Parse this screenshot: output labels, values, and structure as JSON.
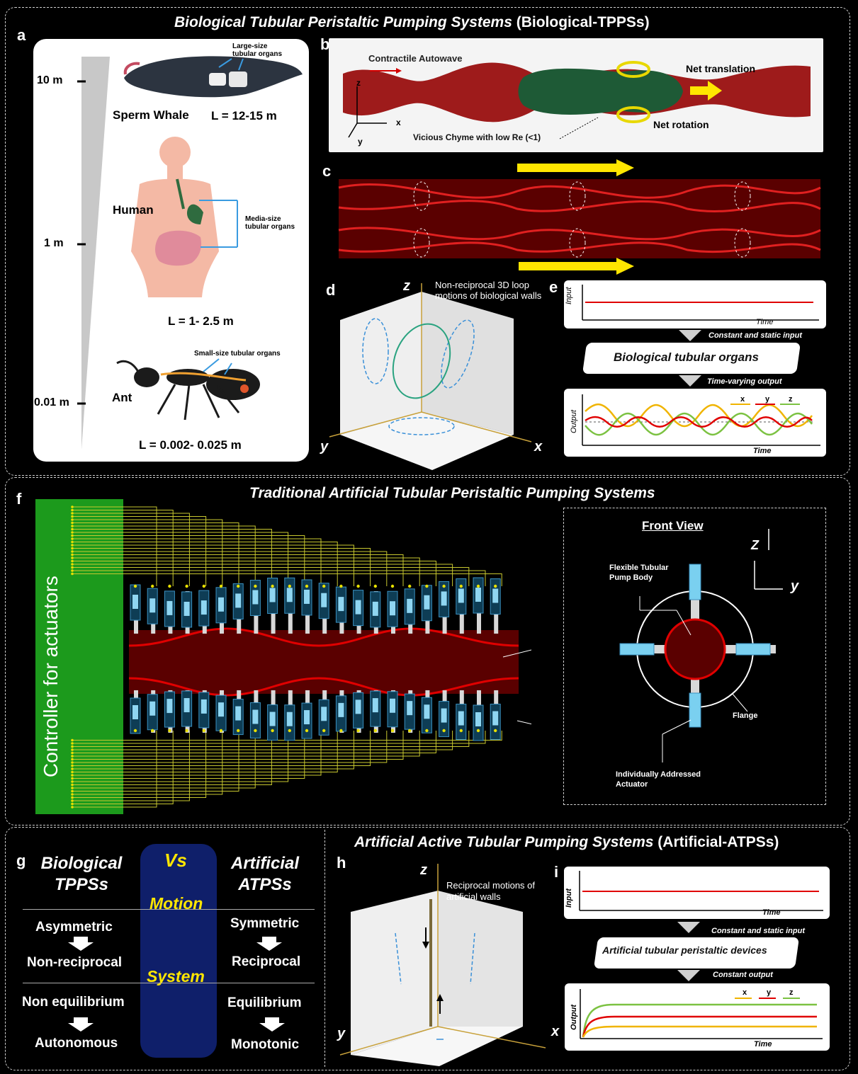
{
  "sections": {
    "bio_title_italic": "Biological Tubular Peristaltic Pumping Systems",
    "bio_title_plain": " (Biological-TPPSs)",
    "trad_title": "Traditional Artificial Tubular Peristaltic Pumping Systems",
    "atps_title_italic": "Artificial Active Tubular Pumping Systems",
    "atps_title_plain": " (Artificial-ATPSs)"
  },
  "panel_labels": [
    "a",
    "b",
    "c",
    "d",
    "e",
    "f",
    "g",
    "h",
    "i"
  ],
  "panel_a": {
    "scale_ticks": [
      "10 m",
      "1 m",
      "0.01 m"
    ],
    "whale_label": "Sperm Whale",
    "whale_length": "L = 12-15 m",
    "whale_organs": "Large-size tubular organs",
    "human_label": "Human",
    "human_length": "L = 1- 2.5 m",
    "human_organs": "Media-size tubular organs",
    "ant_label": "Ant",
    "ant_length": "L = 0.002- 0.025 m",
    "ant_organs": "Small-size tubular organs"
  },
  "panel_b": {
    "contractile": "Contractile Autowave",
    "net_translation": "Net translation",
    "net_rotation": "Net rotation",
    "chyme": "Vicious Chyme with low Re (<1)",
    "axes": [
      "z",
      "x",
      "y"
    ]
  },
  "panel_d": {
    "caption": "Non-reciprocal 3D loop motions of biological walls",
    "axes": [
      "z",
      "y",
      "x"
    ]
  },
  "panel_e": {
    "input_axis": "Input",
    "time": "Time",
    "constant_input": "Constant and static input",
    "box": "Biological tubular organs",
    "time_varying": "Time-varying output",
    "output_axis": "Output",
    "legend": [
      "x",
      "y",
      "z"
    ],
    "colors": {
      "x": "#f0b400",
      "y": "#e00000",
      "z": "#7cc242"
    }
  },
  "panel_f": {
    "controller": "Controller for actuators",
    "front_view": "Front View",
    "flexible": "Flexible Tubular Pump Body",
    "flange": "Flange",
    "actuator": "Individually Addressed Actuator",
    "axes": [
      "Z",
      "y"
    ]
  },
  "panel_g": {
    "left_head": "Biological TPPSs",
    "right_head": "Artificial ATPSs",
    "vs": "Vs",
    "motion": "Motion",
    "system": "System",
    "rows": [
      {
        "left_top": "Asymmetric",
        "left_bottom": "Non-reciprocal",
        "right_top": "Symmetric",
        "right_bottom": "Reciprocal"
      },
      {
        "left_top": "Non equilibrium",
        "left_bottom": "Autonomous",
        "right_top": "Equilibrium",
        "right_bottom": "Monotonic"
      }
    ]
  },
  "panel_h": {
    "caption": "Reciprocal  motions of artificial walls",
    "axes": [
      "z",
      "y",
      "x"
    ]
  },
  "panel_i": {
    "input_axis": "Input",
    "time": "Time",
    "constant_input": "Constant and static input",
    "box": "Artificial tubular peristaltic devices",
    "constant_output": "Constant output",
    "output_axis": "Output",
    "legend": [
      "x",
      "y",
      "z"
    ]
  }
}
